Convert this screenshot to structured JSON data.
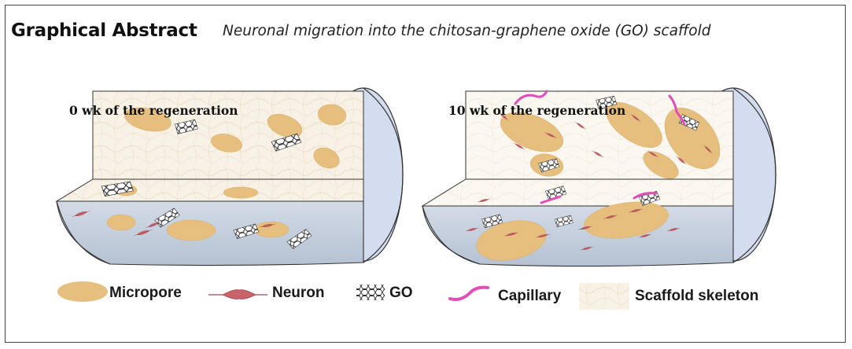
{
  "header": {
    "title": "Graphical Abstract",
    "subtitle": "Neuronal migration into the chitosan-graphene oxide (GO) scaffold"
  },
  "panels": [
    {
      "label": "0 wk of the regeneration"
    },
    {
      "label": "10 wk of the regeneration"
    }
  ],
  "legend": {
    "items": [
      {
        "label": "Micropore",
        "icon": "micropore-icon"
      },
      {
        "label": "Neuron",
        "icon": "neuron-icon"
      },
      {
        "label": "GO",
        "icon": "graphene-oxide-icon"
      },
      {
        "label": "Capillary",
        "icon": "capillary-icon"
      },
      {
        "label": "Scaffold skeleton",
        "icon": "scaffold-skeleton-icon"
      }
    ]
  },
  "colors": {
    "micropore": "#e6bf7e",
    "neuron": "#c9636a",
    "capillary": "#e04fb8",
    "tube_inner": "#c4cfde",
    "tube_end": "#d4dcef",
    "scaffold": "#f8f1e6"
  }
}
